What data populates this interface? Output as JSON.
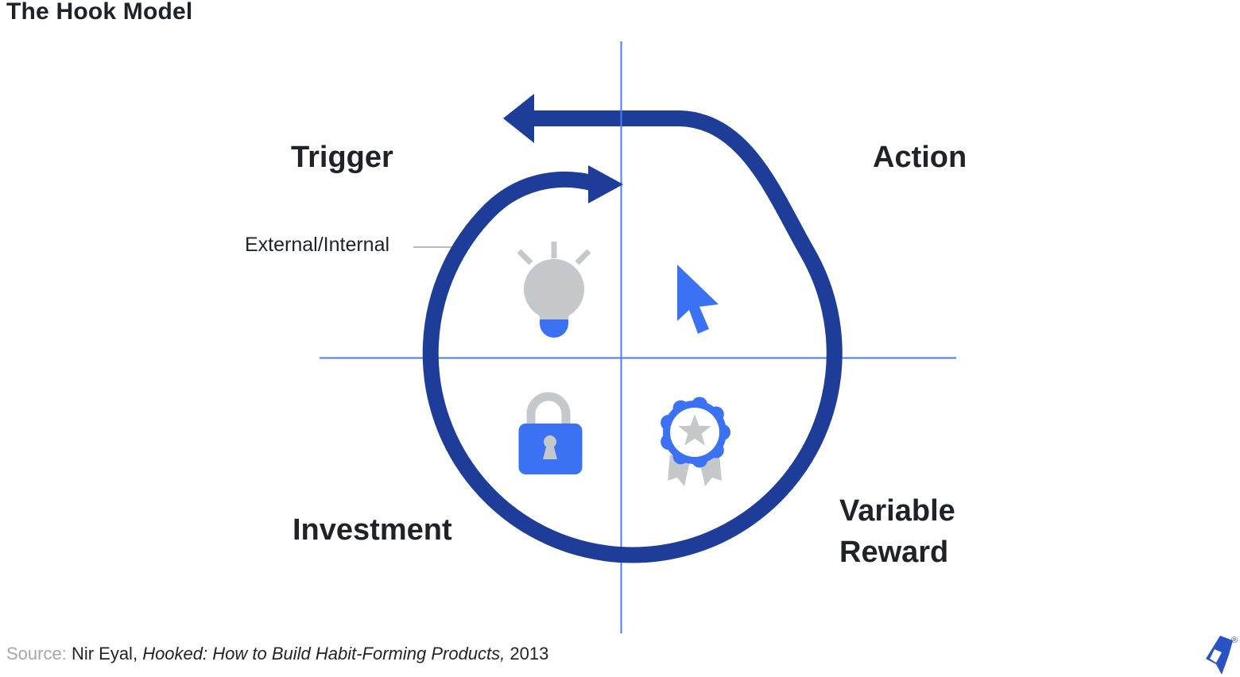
{
  "title": "The Hook Model",
  "diagram": {
    "quadrants": [
      {
        "id": "trigger",
        "label": "Trigger",
        "icon": "lightbulb-icon"
      },
      {
        "id": "action",
        "label": "Action",
        "icon": "cursor-icon"
      },
      {
        "id": "variable-reward",
        "label": "Variable Reward",
        "icon": "ribbon-badge-icon"
      },
      {
        "id": "investment",
        "label": "Investment",
        "icon": "lock-icon"
      }
    ],
    "trigger_annotation": "External/Internal",
    "loop": {
      "outer_arrowhead_direction": "left",
      "inner_arrowhead_direction": "right"
    }
  },
  "source": {
    "label": "Source: ",
    "author": "Nir Eyal, ",
    "work": "Hooked: How to Build Habit-Forming Products,",
    "year": " 2013"
  },
  "logo": {
    "name": "toptal-logo",
    "registered": "®"
  },
  "colors": {
    "dark_blue": "#1e3d99",
    "bright_blue": "#3b72f4",
    "axis_blue": "#4a7cf2",
    "icon_gray": "#c5c8cb",
    "callout_gray": "#b9bcbe",
    "text_dark": "#1d2329",
    "muted_gray": "#a3a7aa",
    "logo_blue": "#2a52c3"
  }
}
